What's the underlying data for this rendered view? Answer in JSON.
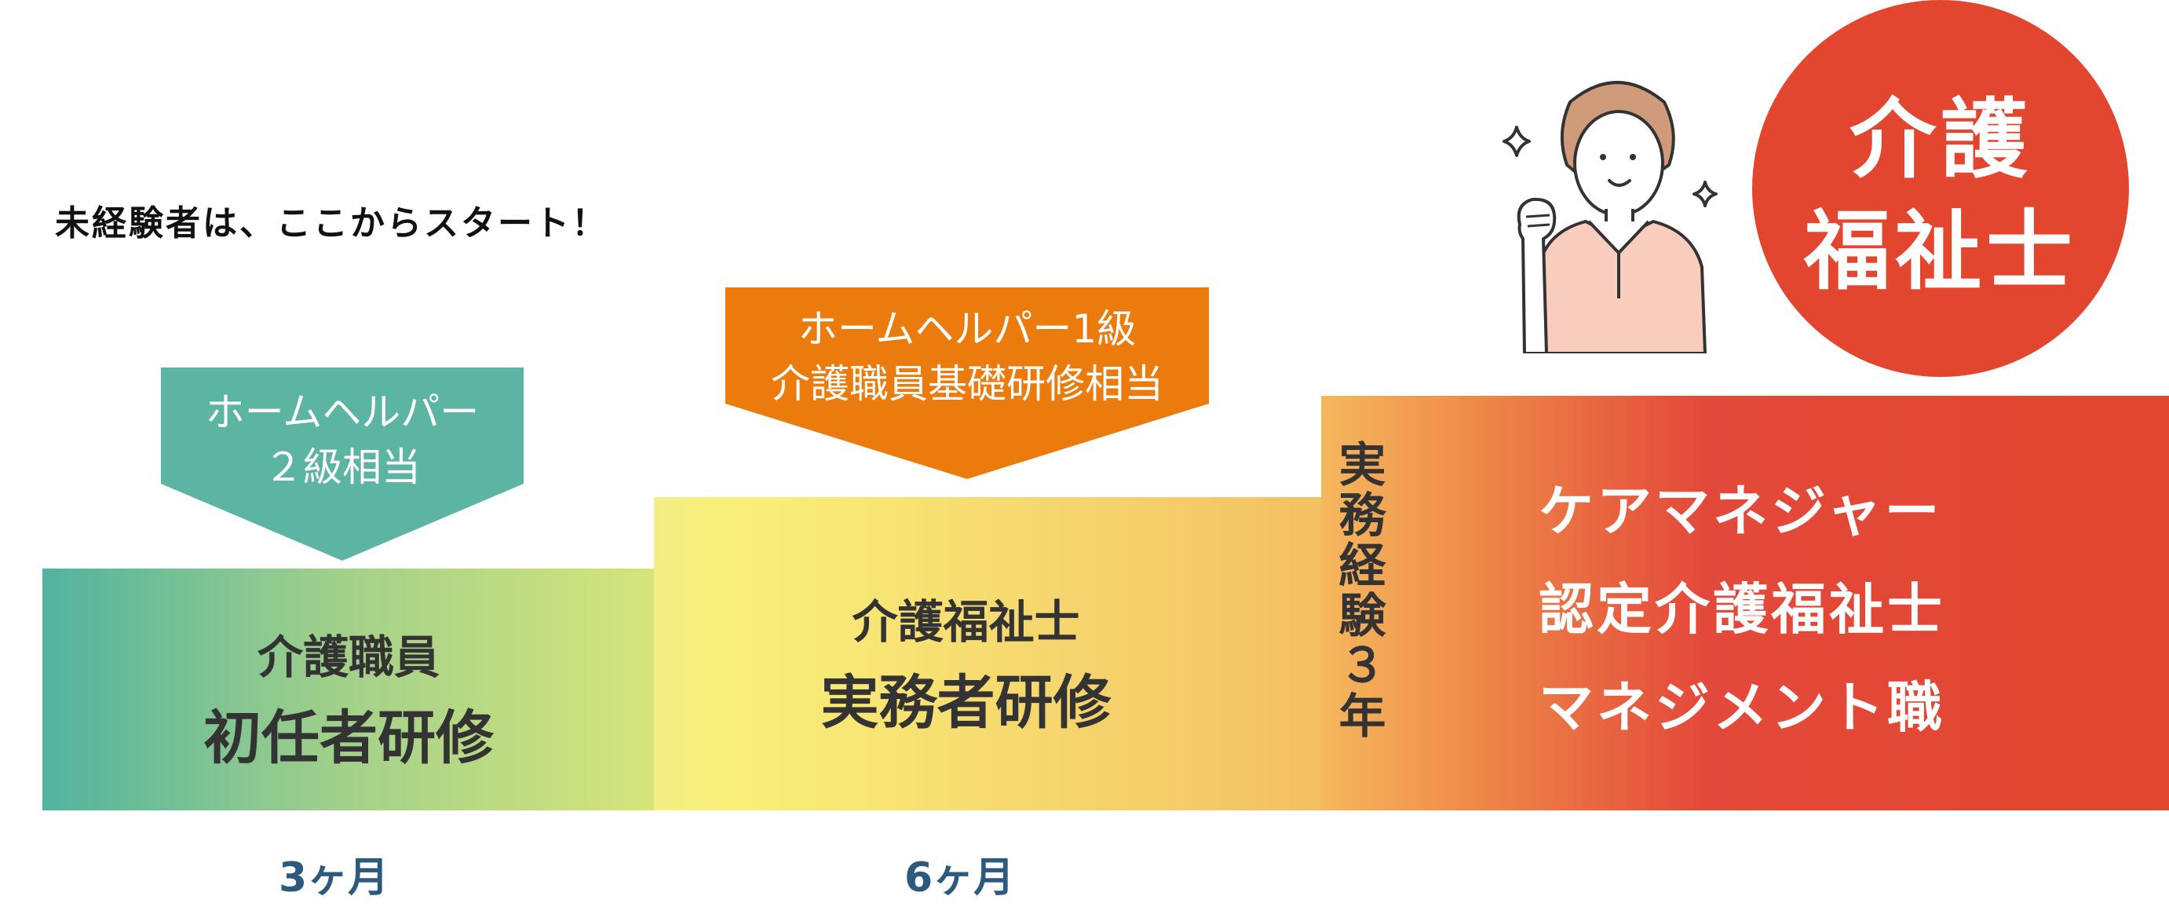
{
  "intro": "未経験者は、ここからスタート！",
  "stages": [
    {
      "subtitle": "介護職員",
      "title": "初任者研修",
      "duration": "3ヶ月"
    },
    {
      "subtitle": "介護福祉士",
      "title": "実務者研修",
      "duration": "6ヶ月"
    }
  ],
  "callouts": {
    "green": {
      "line1": "ホームヘルパー",
      "line2": "２級相当"
    },
    "orange": {
      "line1": "ホームヘルパー1級",
      "line2": "介護職員基礎研修相当"
    }
  },
  "experience": "実務経験３年",
  "goals": [
    "ケアマネジャー",
    "認定介護福祉士",
    "マネジメント職"
  ],
  "badge": {
    "line1": "介護",
    "line2": "福祉士"
  },
  "illustration": {
    "icon": "person-icon",
    "accents": [
      "sparkle-icon",
      "sparkle-icon"
    ]
  },
  "colors": {
    "teal": "#5bb5a2",
    "yellow": "#f8f07a",
    "orange": "#ea7b0c",
    "red": "#e2462f"
  }
}
